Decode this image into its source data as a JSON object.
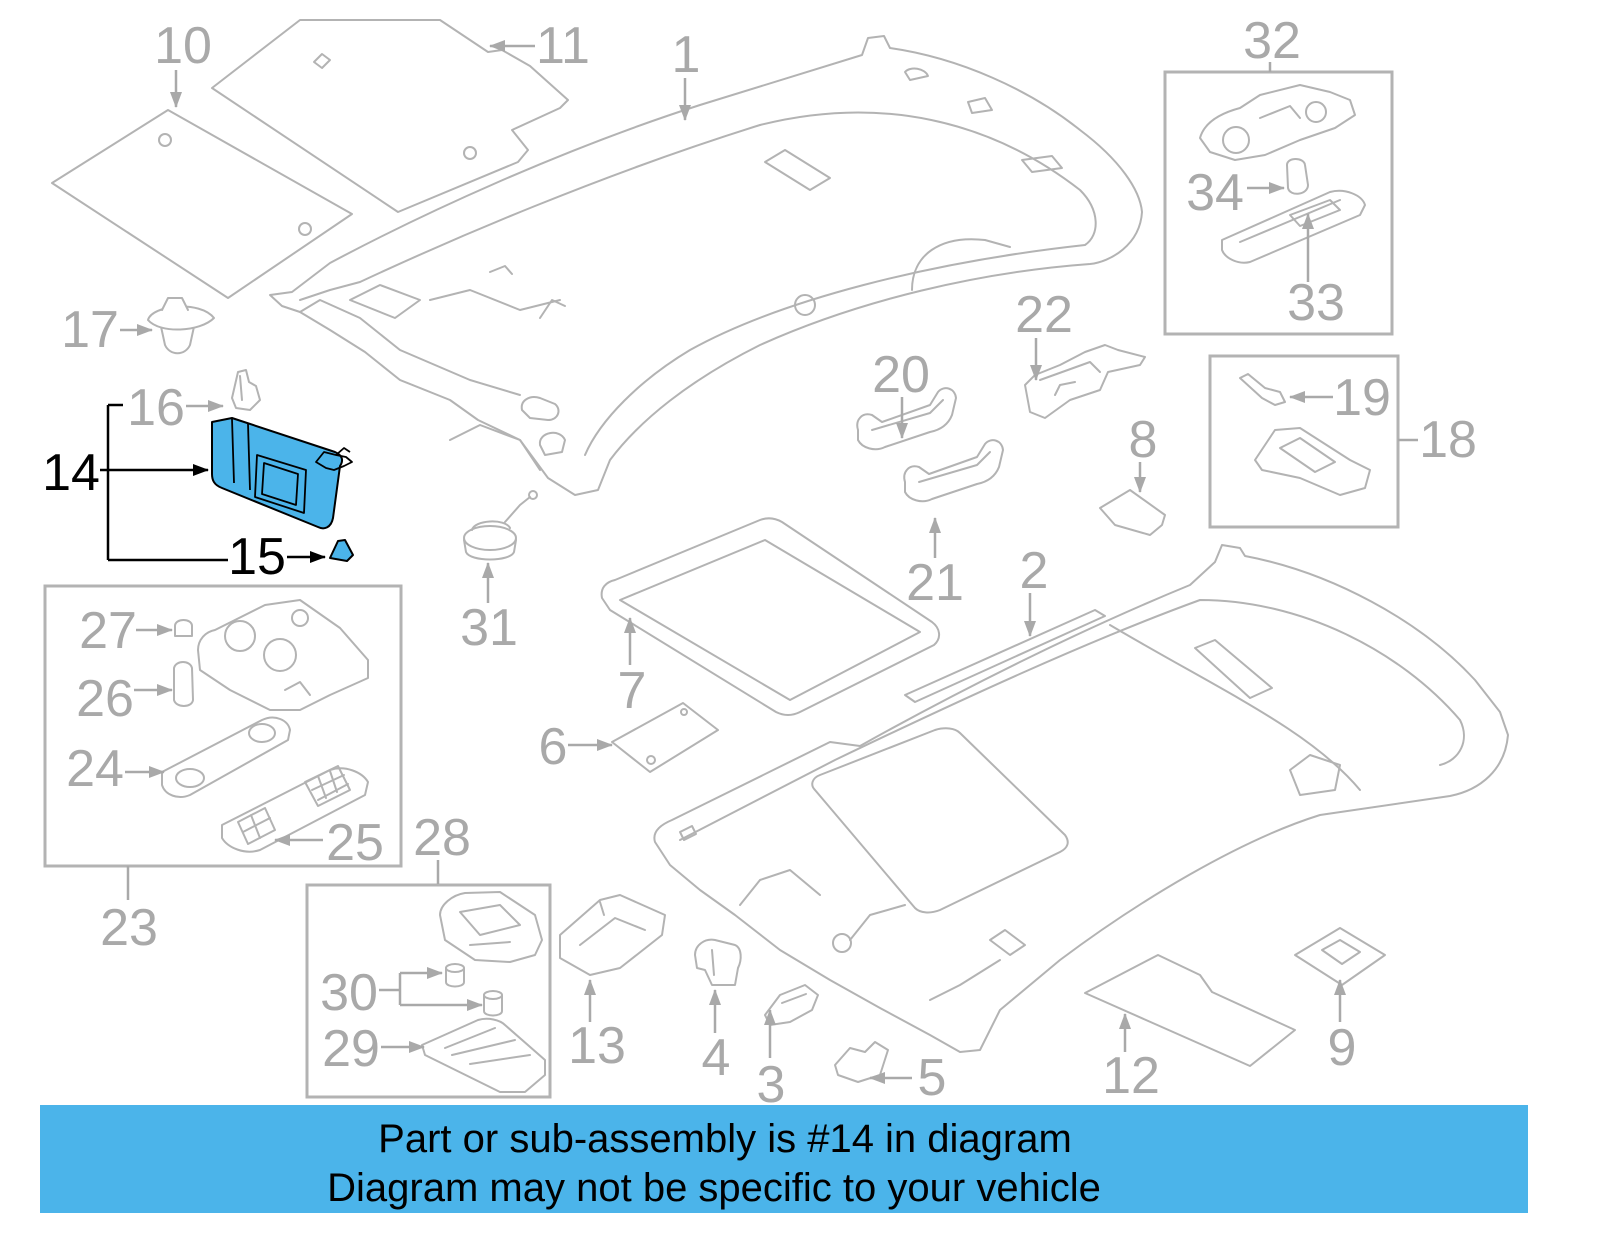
{
  "diagram": {
    "callouts": {
      "c1": "1",
      "c2": "2",
      "c3": "3",
      "c4": "4",
      "c5": "5",
      "c6": "6",
      "c7": "7",
      "c8": "8",
      "c9": "9",
      "c10": "10",
      "c11": "11",
      "c12": "12",
      "c13": "13",
      "c14": "14",
      "c15": "15",
      "c16": "16",
      "c17": "17",
      "c18": "18",
      "c19": "19",
      "c20": "20",
      "c21": "21",
      "c22": "22",
      "c23": "23",
      "c24": "24",
      "c25": "25",
      "c26": "26",
      "c27": "27",
      "c28": "28",
      "c29": "29",
      "c30": "30",
      "c31": "31",
      "c32": "32",
      "c33": "33",
      "c34": "34"
    }
  },
  "banner": {
    "line1": "Part or sub-assembly is #14 in diagram",
    "line2": "Diagram may not be specific to your vehicle"
  },
  "colors": {
    "highlight": "#4bb4ea",
    "banner_background": "#4bb4ea",
    "linework": "#b3b3b3",
    "callout_text": "#a9a9a9",
    "selected_callout_text": "#000000"
  }
}
